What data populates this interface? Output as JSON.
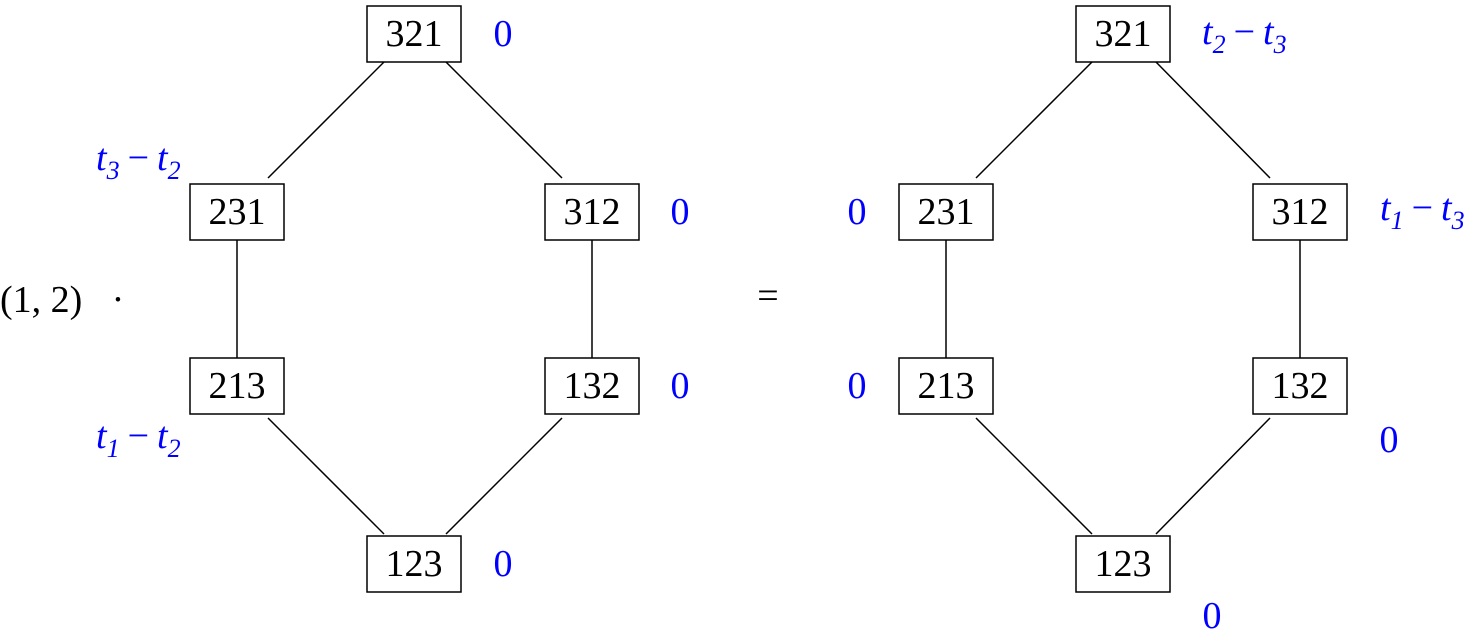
{
  "prefix": "(1, 2)",
  "dot": "·",
  "equals": "=",
  "left_diagram": {
    "nodes": {
      "n321": "321",
      "n231": "231",
      "n312": "312",
      "n213": "213",
      "n132": "132",
      "n123": "123"
    },
    "labels": {
      "n321": "0",
      "n231": {
        "a": "t",
        "a_sub": "3",
        "op": "−",
        "b": "t",
        "b_sub": "2"
      },
      "n312": "0",
      "n213": {
        "a": "t",
        "a_sub": "1",
        "op": "−",
        "b": "t",
        "b_sub": "2"
      },
      "n132": "0",
      "n123": "0"
    }
  },
  "right_diagram": {
    "nodes": {
      "n321": "321",
      "n231": "231",
      "n312": "312",
      "n213": "213",
      "n132": "132",
      "n123": "123"
    },
    "labels": {
      "n321": {
        "a": "t",
        "a_sub": "2",
        "op": "−",
        "b": "t",
        "b_sub": "3"
      },
      "n231": "0",
      "n312": {
        "a": "t",
        "a_sub": "1",
        "op": "−",
        "b": "t",
        "b_sub": "3"
      },
      "n213": "0",
      "n132": "0",
      "n123": "0"
    }
  },
  "colors": {
    "label": "#0000ff",
    "node_text": "#000000",
    "edge": "#000000"
  }
}
